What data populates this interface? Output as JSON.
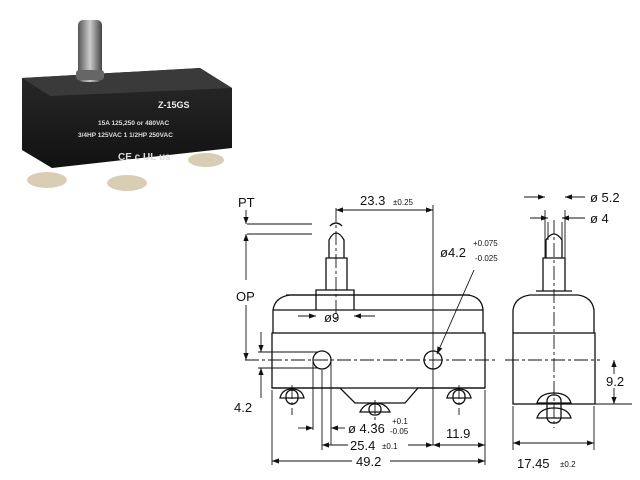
{
  "photo": {
    "model": "Z-15GS",
    "rating_line1": "15A 125,250 or 480VAC",
    "rating_line2": "3/4HP 125VAC  1 1/2HP 250VAC",
    "marks": "CE c UL us"
  },
  "dimensions": {
    "pt": "PT",
    "op": "OP",
    "d_23_3": "23.3",
    "d_23_3_tol": "±0.25",
    "hole_dia": "ø4.2",
    "hole_tol_plus": "+0.075",
    "hole_tol_minus": "-0.025",
    "plunger_collar": "ø9",
    "d_4_2": "4.2",
    "small_hole": "ø 4.36",
    "small_hole_tol_plus": "+0.1",
    "small_hole_tol_minus": "-0.05",
    "d_25_4": "25.4",
    "d_25_4_tol": "±0.1",
    "d_11_9": "11.9",
    "d_49_2": "49.2",
    "side_d_5_2": "ø 5.2",
    "side_d_4": "ø 4",
    "side_9_2": "9.2",
    "side_width": "17.45",
    "side_width_tol": "±0.2"
  }
}
